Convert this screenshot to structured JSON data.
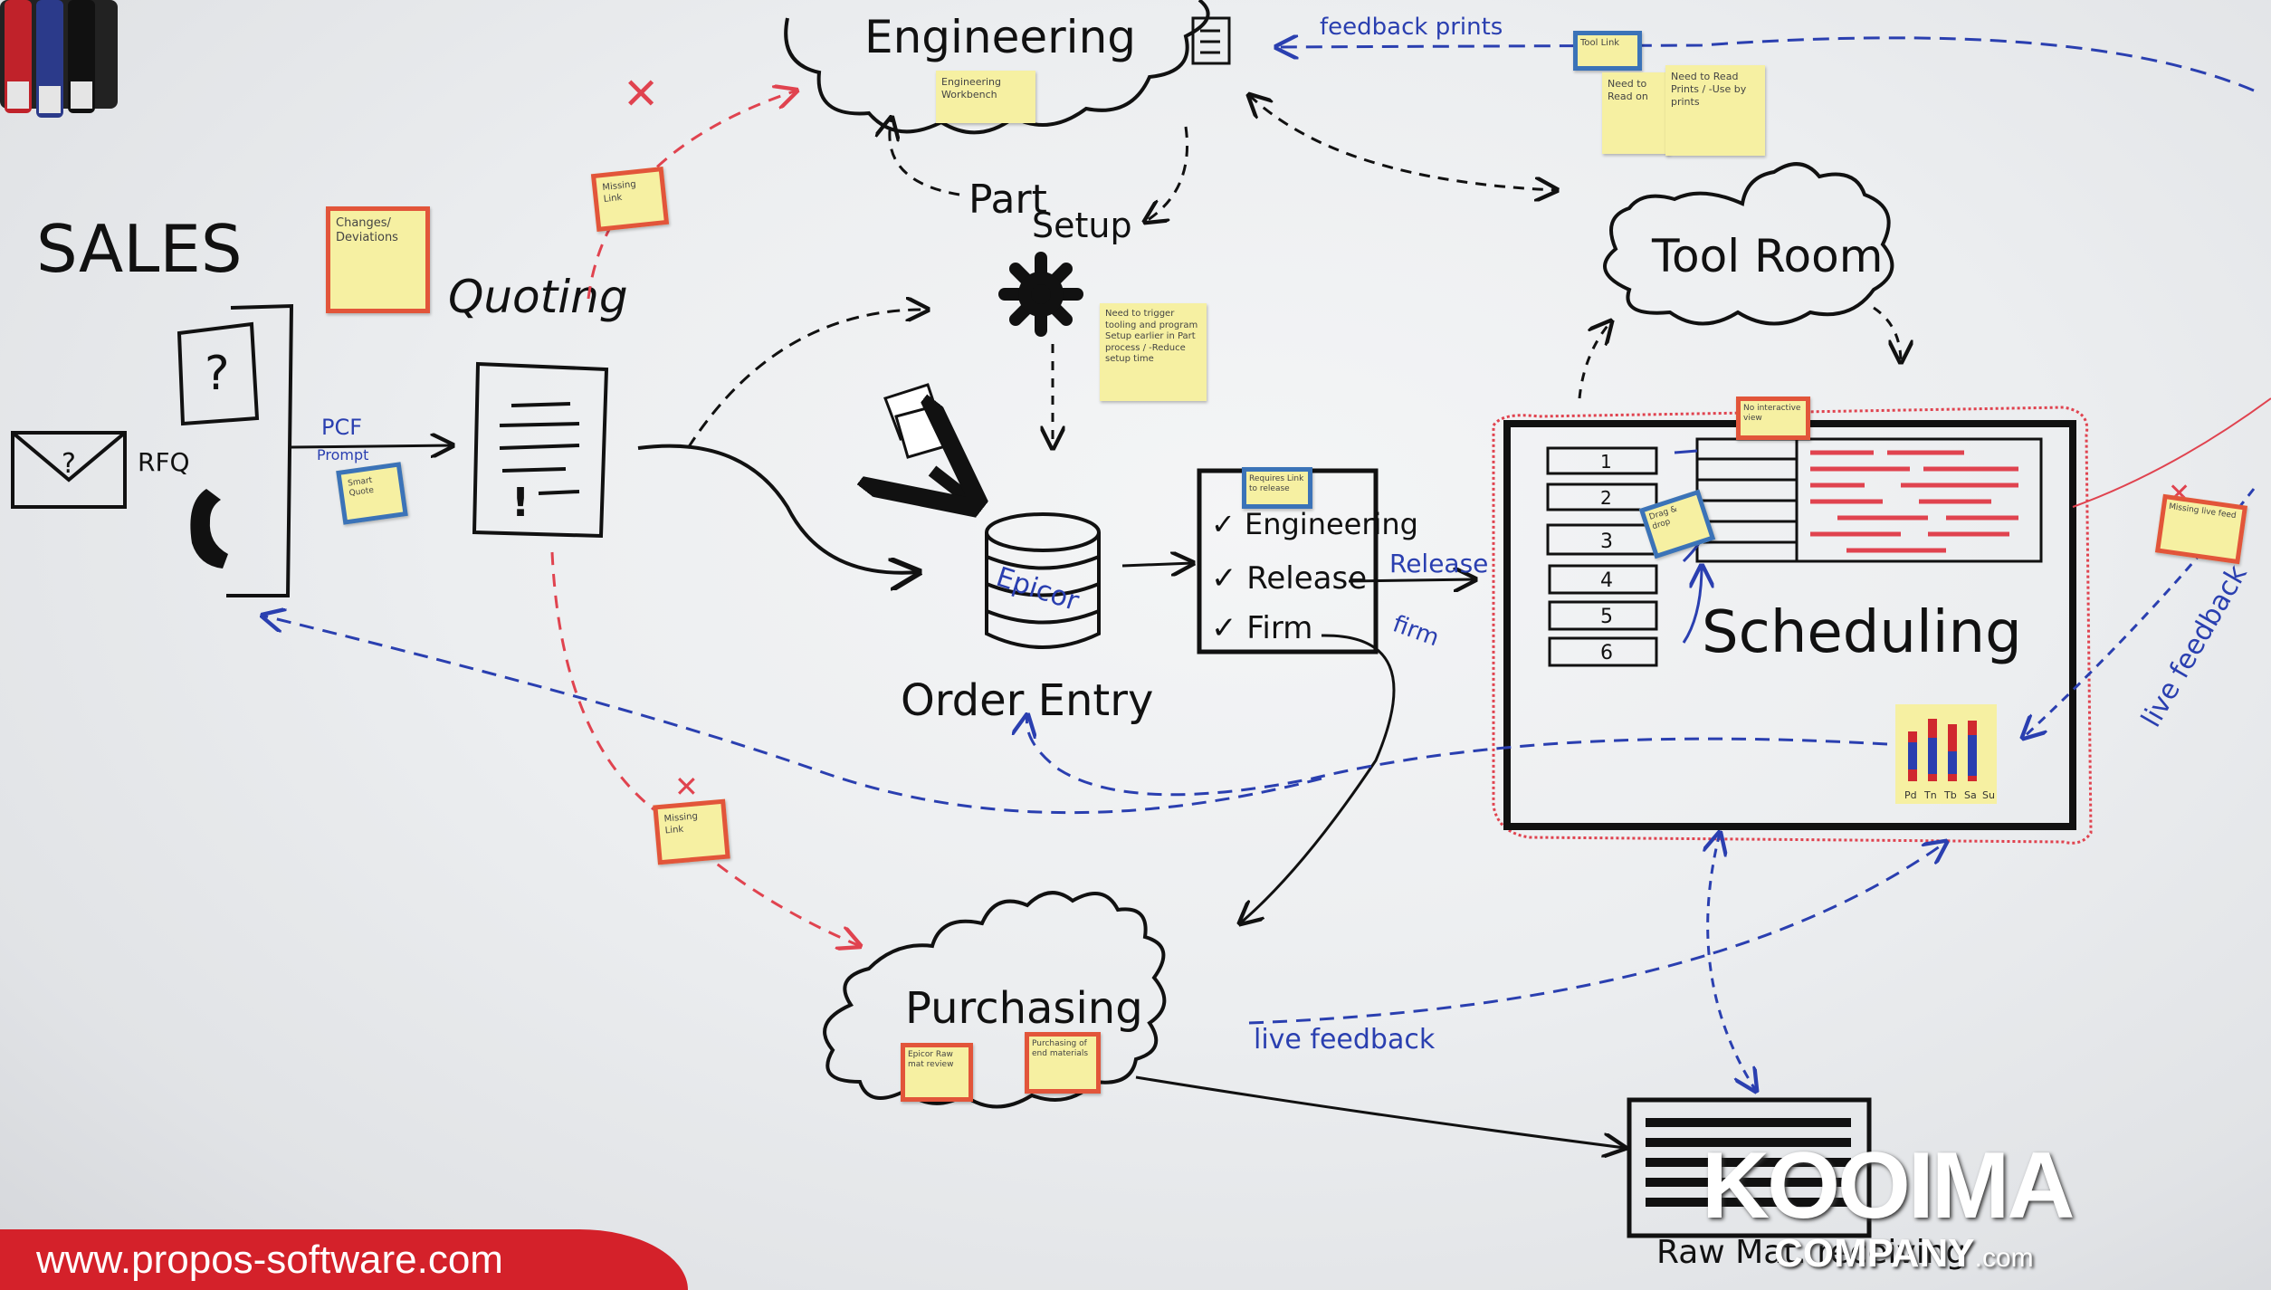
{
  "nodes": {
    "sales": "SALES",
    "rfq": "RFQ",
    "quoting": "Quoting",
    "engineering": "Engineering",
    "part_setup": "Part Setup",
    "order_entry": "Order Entry",
    "order_entry_sub": "Epicor",
    "tool_room": "Tool Room",
    "scheduling": "Scheduling",
    "purchasing": "Purchasing",
    "raw_material": "Raw Mat. receiving"
  },
  "checklist": [
    "Engineering",
    "Release",
    "Firm"
  ],
  "scheduling_rows": [
    "1",
    "2",
    "3",
    "4",
    "5",
    "6"
  ],
  "edge_labels": {
    "pcf": "PCF",
    "prompt": "Prompt",
    "release": "Release",
    "firm": "firm",
    "feedback_prints": "feedback prints",
    "live_feedback_right": "live feedback",
    "live_feedback_bottom": "live feedback"
  },
  "marks": {
    "x": "✕",
    "question": "?",
    "check": "✓"
  },
  "notes": {
    "changes": "Changes/ Deviations",
    "missing_link_top": "Missing Link",
    "missing_link_bottom": "Missing Link",
    "engineering": "Engineering Workbench",
    "part_setup": "Need to trigger tooling and program Setup earlier in Part process / -Reduce setup time",
    "toolroom_top": "Tool Link",
    "toolroom_a": "Need to Read on",
    "toolroom_b": "Need to Read Prints / -Use by prints",
    "quoting_small": "Smart Quote",
    "checklist": "Requires Link to release",
    "scheduling_top": "No interactive view",
    "scheduling_mid": "Drag & drop",
    "right_missing": "Missing live feed",
    "purchasing_a": "Epicor Raw mat review",
    "purchasing_b": "Purchasing of end materials",
    "bar_labels": [
      "Pd",
      "Tn",
      "Tb",
      "Sa",
      "Su"
    ]
  },
  "branding": {
    "url": "www.propos-software.com",
    "company_line1": "KOOIMA",
    "company_line2": "COMPANY",
    "company_suffix": ".com"
  },
  "colors": {
    "ink": "#111111",
    "blue_ink": "#2a3fb0",
    "red_ink": "#e0434f",
    "sticky": "#f6f0a2",
    "brand_red": "#d4212a"
  }
}
